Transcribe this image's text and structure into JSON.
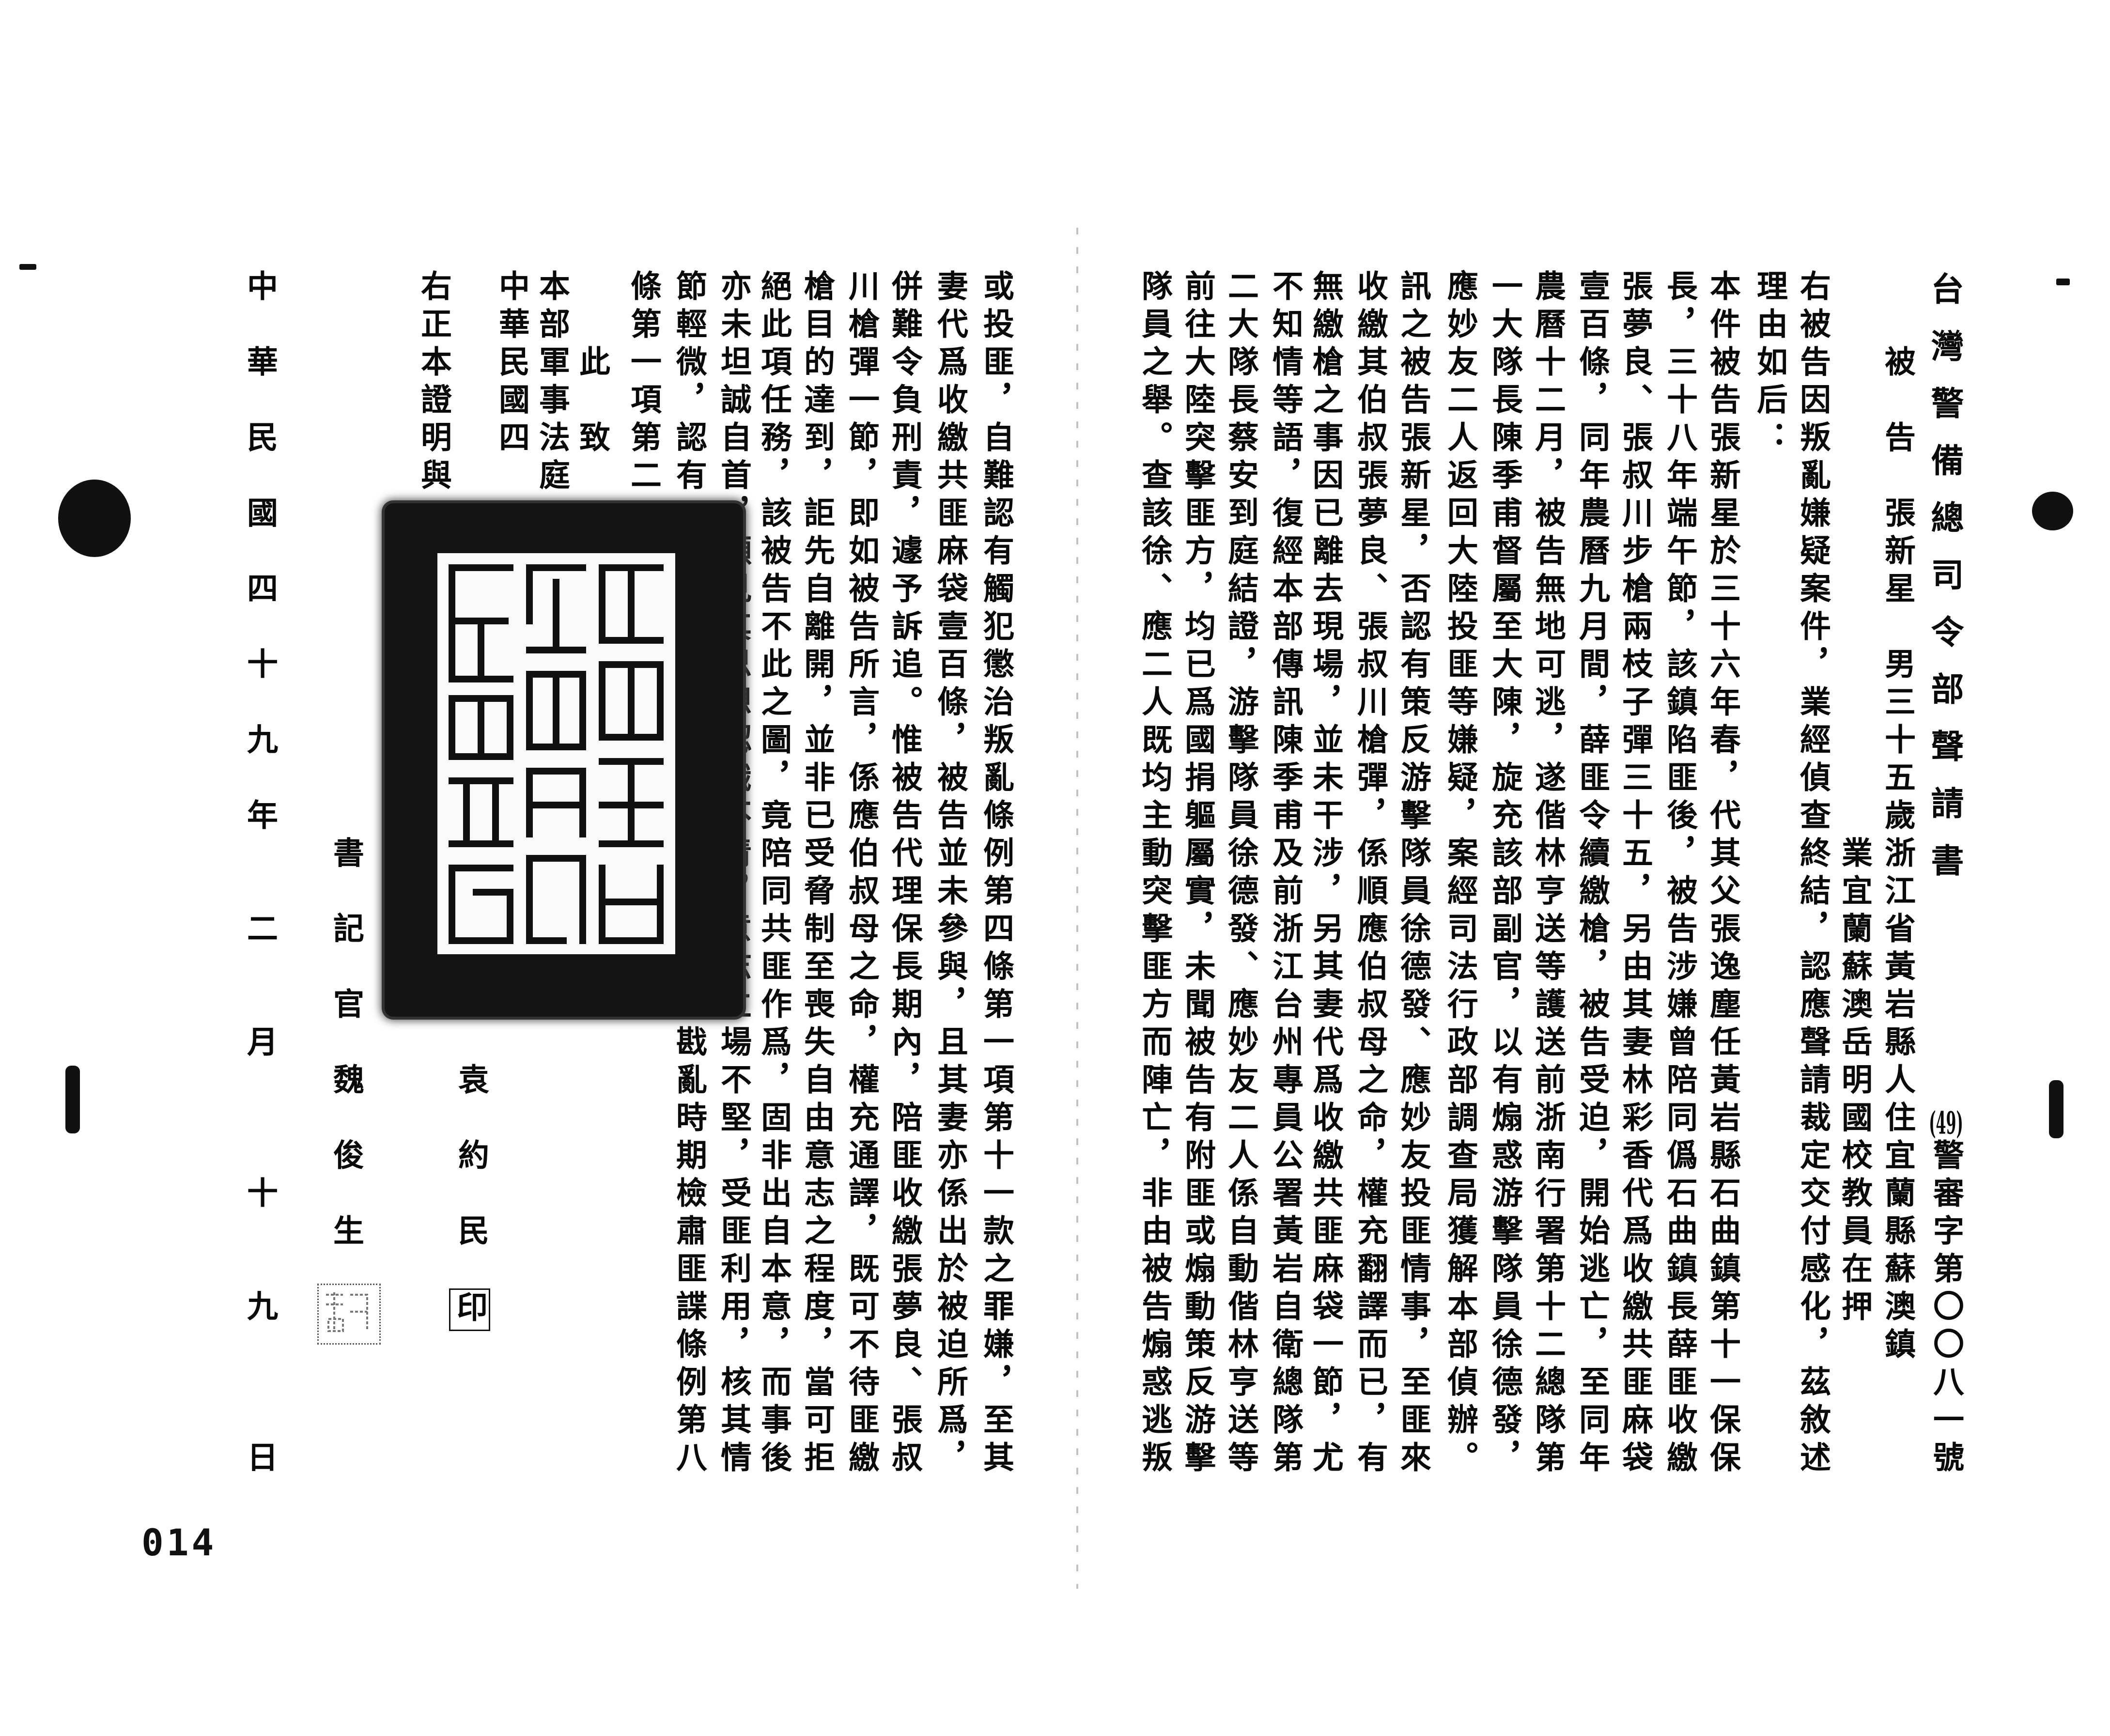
{
  "right_page": {
    "title": "台灣警備總司令部聲請書",
    "doc_number_prefix": "(49)",
    "doc_number": "警審字第〇〇八一號",
    "defendant": {
      "label": "被告",
      "name": "張新星",
      "details": "男三十五歲浙江省黃岩縣人住宜蘭縣蘇澳鎮",
      "occupation": "業宜蘭蘇澳岳明國校教員在押"
    },
    "body": [
      "右被告因叛亂嫌疑案件，業經偵查終結，認應聲請裁定交付感化，茲敘述",
      "理由如后：",
      "本件被告張新星於三十六年春，代其父張逸塵任黃岩縣石曲鎮第十一保保",
      "長，三十八年端午節，該鎮陷匪後，被告涉嫌曾陪同僞石曲鎮長薛匪收繳",
      "張夢良、張叔川步槍兩枝子彈三十五，另由其妻林彩香代爲收繳共匪麻袋",
      "壹百條，同年農曆九月間，薛匪令續繳槍，被告受迫，開始逃亡，至同年",
      "農曆十二月，被告無地可逃，遂偕林亨送等護送前浙南行署第十二總隊第",
      "一大隊長陳季甫督屬至大陳，旋充該部副官，以有煽惑游擊隊員徐德發，",
      "應妙友二人返回大陸投匪等嫌疑，案經司法行政部調查局獲解本部偵辦。",
      "訊之被告張新星，否認有策反游擊隊員徐德發、應妙友投匪情事，至匪來",
      "收繳其伯叔張夢良、張叔川槍彈，係順應伯叔母之命，權充翻譯而已，有",
      "無繳槍之事因已離去現場，並未干涉，另其妻代爲收繳共匪麻袋一節，尤",
      "不知情等語，復經本部傳訊陳季甫及前浙江台州專員公署黃岩自衛總隊第",
      "二大隊長蔡安到庭結證，游擊隊員徐德發、應妙友二人係自動偕林亨送等",
      "前往大陸突擊匪方，均已爲國捐軀屬實，未聞被告有附匪或煽動策反游擊",
      "隊員之舉。查該徐、應二人既均主動突擊匪方而陣亡，非由被告煽惑逃叛"
    ]
  },
  "left_page": {
    "body": [
      "或投匪，自難認有觸犯懲治叛亂條例第四條第一項第十一款之罪嫌，至其",
      "妻代爲收繳共匪麻袋壹百條，被告並未參與，且其妻亦係出於被迫所爲，",
      "併難令負刑責，遽予訴追。惟被告代理保長期內，陪匪收繳張夢良、張叔",
      "川槍彈一節，即如被告所言，係應伯叔母之命，權充通譯，既可不待匪繳",
      "槍目的達到，詎先自離開，並非已受脅制至喪失自由意志之程度，當可拒",
      "絕此項任務，該被告不此之圖，竟陪同共匪作爲，固非出自本意，而事後",
      "亦未坦誠自首，顯見其思想認識不清，意志立場不堅，受匪利用，核其情",
      "節輕微，認有",
      "條第一項第二"
    ],
    "body_lower_fragment": "戡亂時期檢肅匪諜條例第八",
    "closing": "此致",
    "addressee": "本部軍事法庭",
    "date_partial": "中華民國四",
    "copy_certification": "右正本證明與",
    "official_fragment": "官",
    "official_name": "袁約民",
    "official_seal": "印",
    "clerk": "書記官魏俊生",
    "date": {
      "era_year": "中華民國四十九年",
      "month": "二",
      "month_unit": "月",
      "day_tens": "十",
      "day_units": "九",
      "day_unit": "日"
    }
  },
  "page_number": "014"
}
